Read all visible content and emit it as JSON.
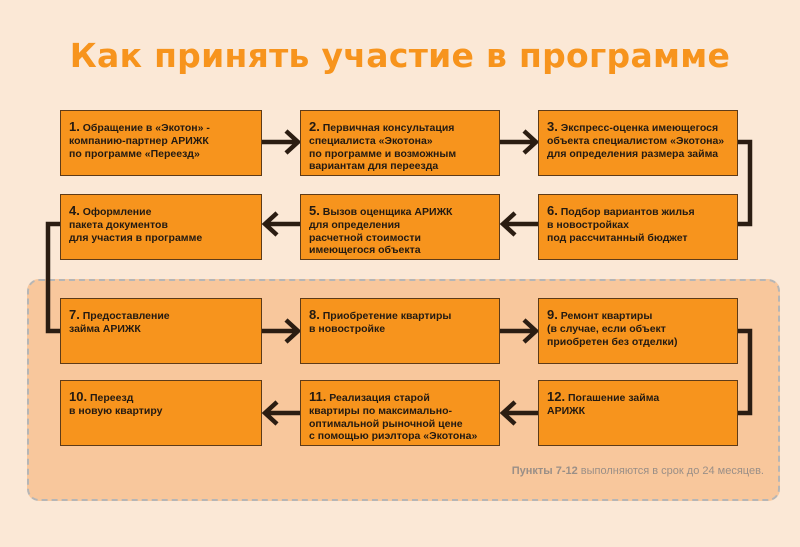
{
  "title": "Как принять участие в программе",
  "colors": {
    "box": "#f7941d",
    "title": "#f7941d",
    "arrow": "#2b1d12",
    "zone": "#f8c79c"
  },
  "steps": [
    {
      "num": "1.",
      "text": " Обращение в «Экотон» -\nкомпанию-партнер АРИЖК\nпо программе «Переезд»"
    },
    {
      "num": "2.",
      "text": " Первичная консультация\nспециалиста «Экотона»\nпо программе и возможным\nвариантам для переезда"
    },
    {
      "num": "3.",
      "text": " Экспресс-оценка имеющегося\nобъекта специалистом «Экотона»\nдля определения размера займа"
    },
    {
      "num": "4.",
      "text": " Оформление\nпакета документов\nдля участия в программе"
    },
    {
      "num": "5.",
      "text": " Вызов оценщика АРИЖК\nдля определения\nрасчетной стоимости\nимеющегося объекта"
    },
    {
      "num": "6.",
      "text": " Подбор вариантов жилья\nв новостройках\nпод рассчитанный бюджет"
    },
    {
      "num": "7.",
      "text": " Предоставление\nзайма АРИЖК"
    },
    {
      "num": "8.",
      "text": " Приобретение квартиры\nв новостройке"
    },
    {
      "num": "9.",
      "text": " Ремонт квартиры\n(в случае, если объект\nприобретен без отделки)"
    },
    {
      "num": "10.",
      "text": " Переезд\nв новую квартиру"
    },
    {
      "num": "11.",
      "text": " Реализация старой\nквартиры по максимально-\nоптимальной рыночной цене\nс помощью риэлтора «Экотона»"
    },
    {
      "num": "12.",
      "text": " Погашение займа\nАРИЖК"
    }
  ],
  "note": {
    "bold": "Пункты 7-12",
    "rest": " выполняются в срок до 24 месяцев."
  }
}
